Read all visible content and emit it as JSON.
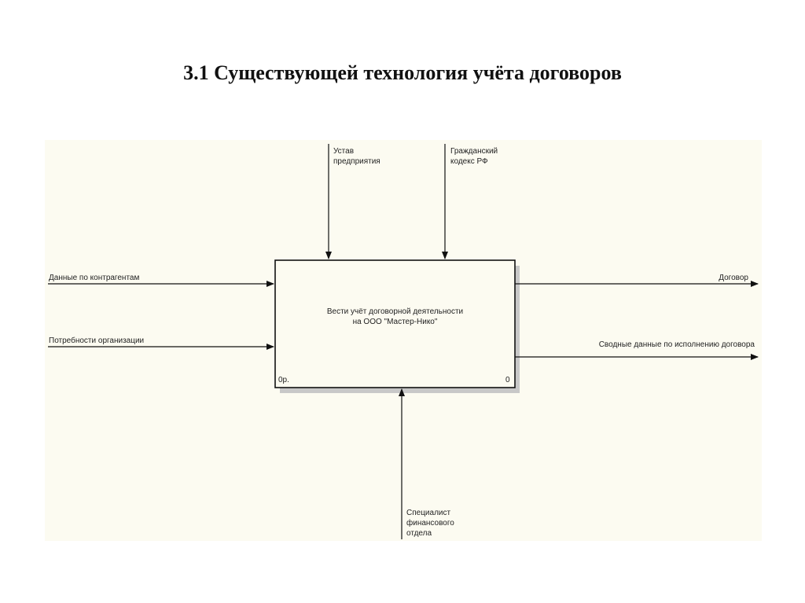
{
  "slide": {
    "title": "3.1 Существующей технология учёта договоров"
  },
  "diagram": {
    "activity": {
      "label": "Вести учёт договорной деятельности\nна ООО \"Мастер-Нико\"",
      "cost": "0р.",
      "number": "0"
    },
    "controls": [
      {
        "label": "Устав\nпредприятия"
      },
      {
        "label": "Гражданский\nкодекс РФ"
      }
    ],
    "inputs": [
      {
        "label": "Данные по контрагентам"
      },
      {
        "label": "Потребности организации"
      }
    ],
    "outputs": [
      {
        "label": "Договор"
      },
      {
        "label": "Сводные данные по исполнению договора"
      }
    ],
    "mechanisms": [
      {
        "label": "Специалист\nфинансового\nотдела"
      }
    ],
    "colors": {
      "background": "#fcfbf1",
      "line": "#111111",
      "shadow": "#c8c8c8"
    }
  }
}
